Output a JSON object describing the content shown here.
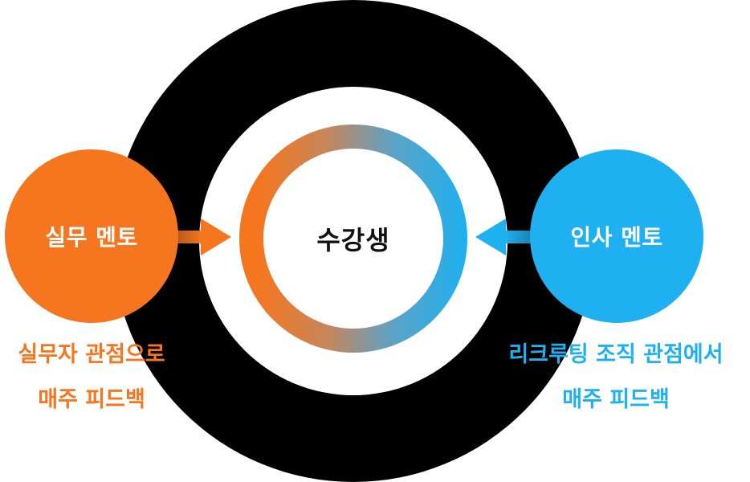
{
  "center": {
    "label": "수강생"
  },
  "left_mentor": {
    "label": "실무 멘토",
    "caption_line1": "실무자 관점으로",
    "caption_line2": "매주 피드백",
    "color": "#f5761f"
  },
  "right_mentor": {
    "label": "인사 멘토",
    "caption_line1": "리크루팅 조직 관점에서",
    "caption_line2": "매주 피드백",
    "color": "#1fb0f2"
  },
  "ring_color": "#000000",
  "icons": {
    "left_arrow": "arrow-right-icon",
    "right_arrow": "arrow-left-icon"
  }
}
